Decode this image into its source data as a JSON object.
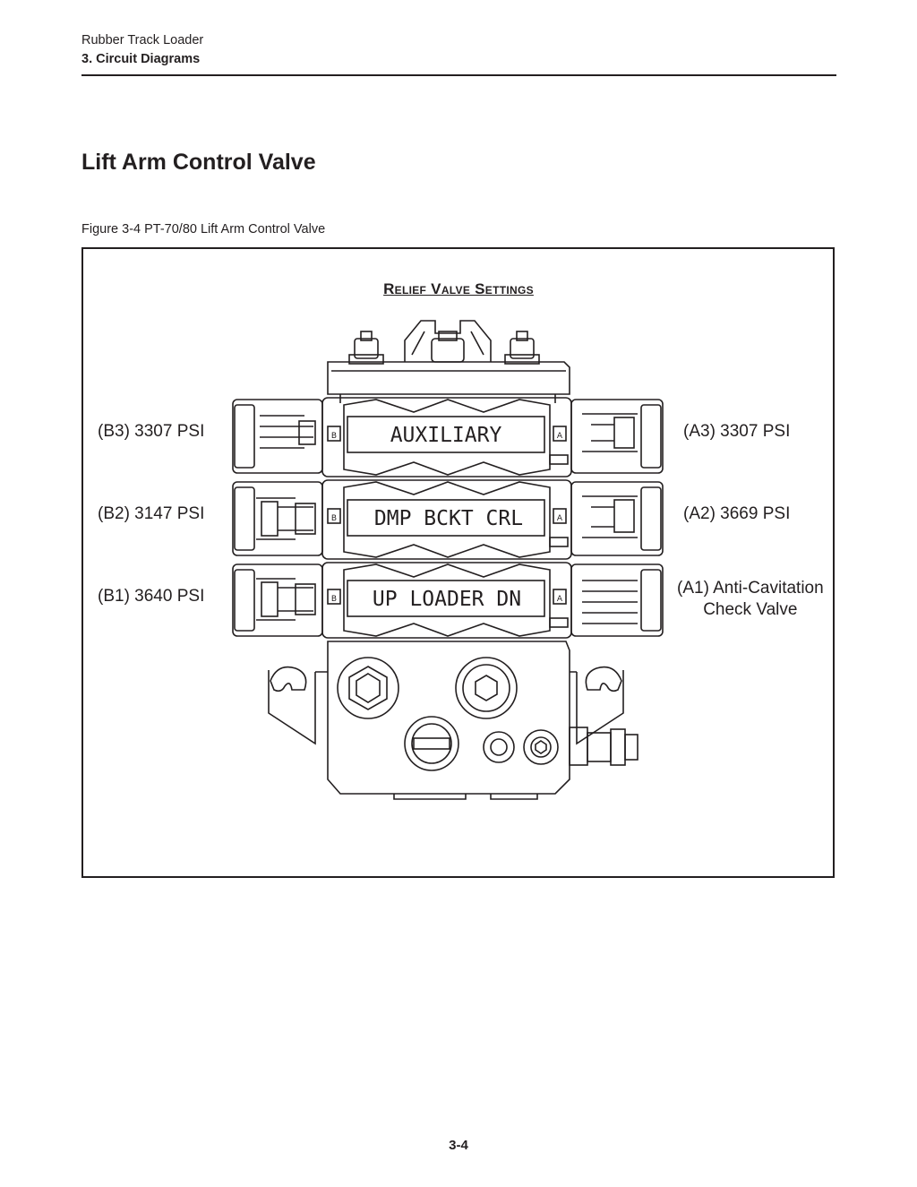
{
  "header": {
    "product": "Rubber Track Loader",
    "chapter": "3. Circuit Diagrams"
  },
  "page_title": "Lift Arm Control Valve",
  "figure": {
    "caption": "Figure 3-4 PT-70/80 Lift Arm Control Valve",
    "heading": "Relief Valve Settings",
    "sections": [
      {
        "label": "AUXILIARY",
        "port_b": "B",
        "port_a": "A"
      },
      {
        "label": "DMP BCKT CRL",
        "port_b": "B",
        "port_a": "A"
      },
      {
        "label": "UP LOADER DN",
        "port_b": "B",
        "port_a": "A"
      }
    ],
    "relief_settings": {
      "b3": "(B3) 3307 PSI",
      "b2": "(B2) 3147 PSI",
      "b1": "(B1) 3640 PSI",
      "a3": "(A3) 3307 PSI",
      "a2": "(A2) 3669 PSI",
      "a1_line1": "(A1) Anti-Cavitation",
      "a1_line2": "Check Valve"
    }
  },
  "page_number": "3-4"
}
